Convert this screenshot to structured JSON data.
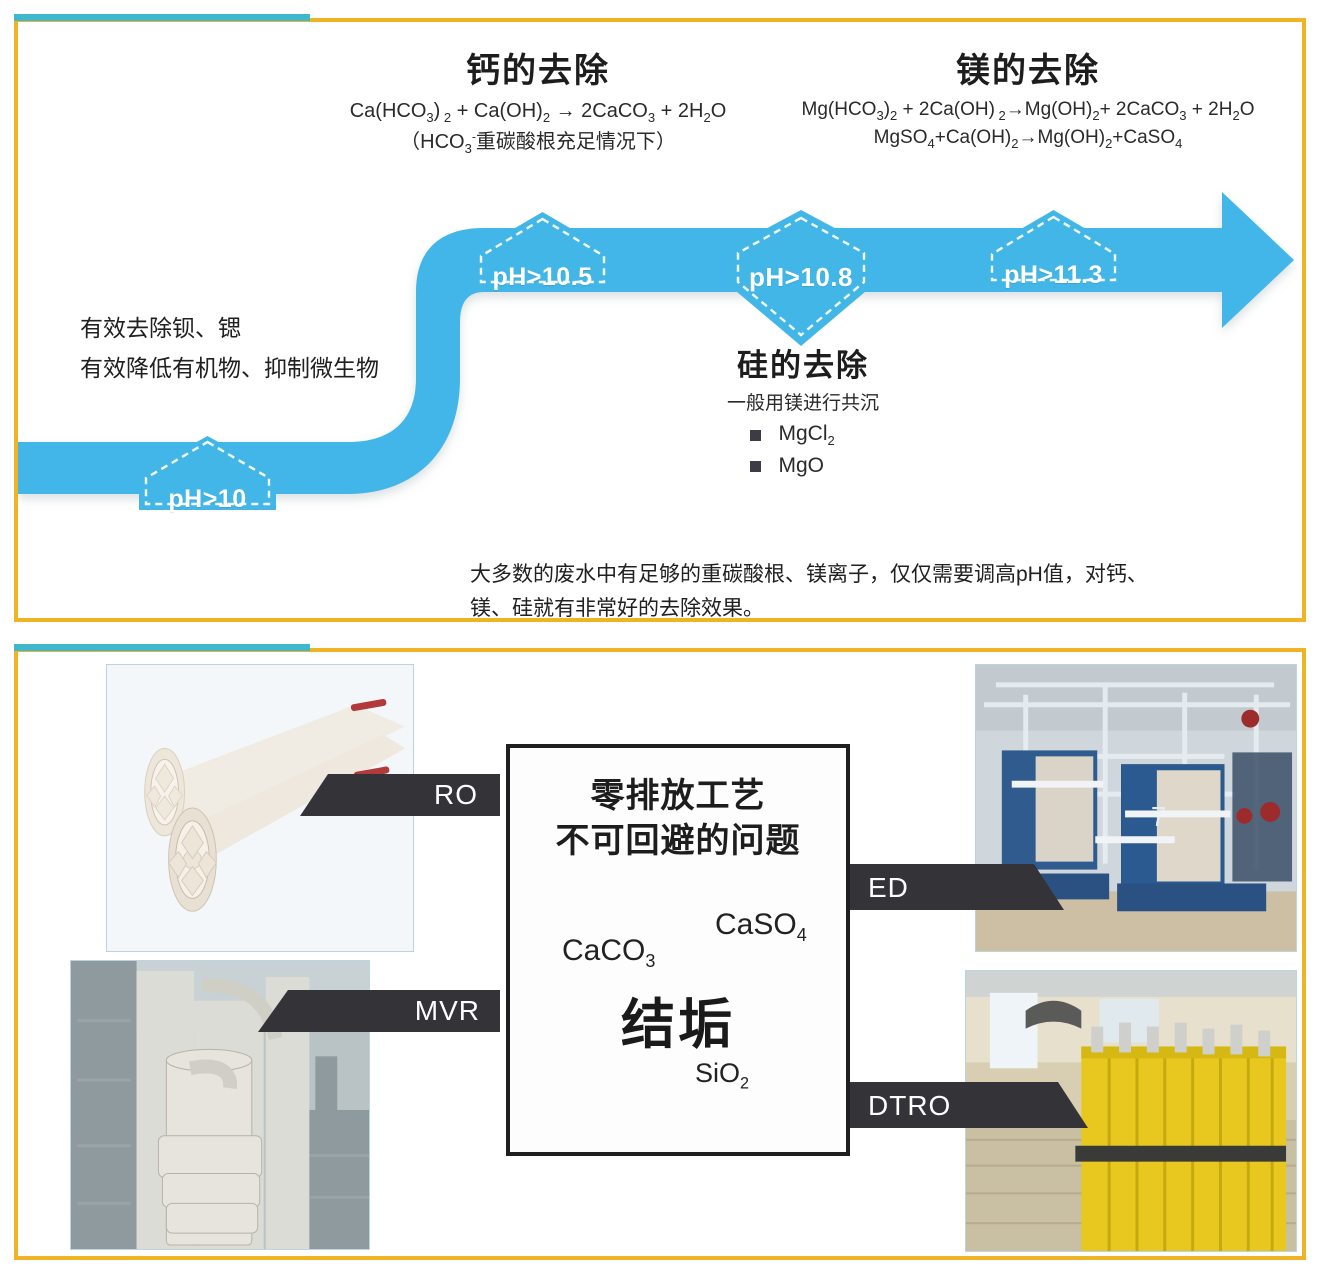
{
  "top_panel": {
    "calcium": {
      "title": "钙的去除",
      "equation_1": "Ca(HCO3)2 + Ca(OH)2 → 2CaCO3 + 2H2O",
      "equation_2": "（HCO3-重碳酸根充足情况下）"
    },
    "magnesium": {
      "title": "镁的去除",
      "equation_1": "Mg(HCO3)2 + 2Ca(OH)2→Mg(OH)2+2CaCO3+2H2O",
      "equation_2": "MgSO4+Ca(OH)2→Mg(OH)2+CaSO4"
    },
    "silicon": {
      "title": "硅的去除",
      "subtitle": "一般用镁进行共沉",
      "items": [
        "MgCl2",
        "MgO"
      ]
    },
    "ph_tags": [
      {
        "id": "ph10",
        "label": "pH>10"
      },
      {
        "id": "ph105",
        "label": "pH>10.5"
      },
      {
        "id": "ph108",
        "label": "pH>10.8"
      },
      {
        "id": "ph113",
        "label": "pH>11.3"
      }
    ],
    "left_note_line1": "有效去除钡、锶",
    "left_note_line2": "有效降低有机物、抑制微生物",
    "footer_note_line1": "大多数的废水中有足够的重碳酸根、镁离子，仅仅需要调高pH值，对钙、",
    "footer_note_line2": "镁、硅就有非常好的去除效果。"
  },
  "bottom_panel": {
    "center_box": {
      "title_line1": "零排放工艺",
      "title_line2": "不可回避的问题",
      "scale_main": "结垢",
      "scale_caco3": "CaCO3",
      "scale_caso4": "CaSO4",
      "scale_sio2": "SiO2"
    },
    "arrows": [
      {
        "id": "ro",
        "label": "RO"
      },
      {
        "id": "mvr",
        "label": "MVR"
      },
      {
        "id": "ed",
        "label": "ED"
      },
      {
        "id": "dtro",
        "label": "DTRO"
      }
    ],
    "photos": [
      {
        "id": "ro",
        "caption": "ro-membrane-elements-photo"
      },
      {
        "id": "ed",
        "caption": "ed-stack-equipment-photo"
      },
      {
        "id": "mvr",
        "caption": "mvr-evaporator-plant-photo"
      },
      {
        "id": "dtro",
        "caption": "dtro-modules-photo"
      }
    ]
  },
  "colors": {
    "frame": "#f0b323",
    "accent": "#3fb7cf",
    "flow": "#43b6e8",
    "arrow_dark": "#343438",
    "box_border": "#1f1f22"
  }
}
